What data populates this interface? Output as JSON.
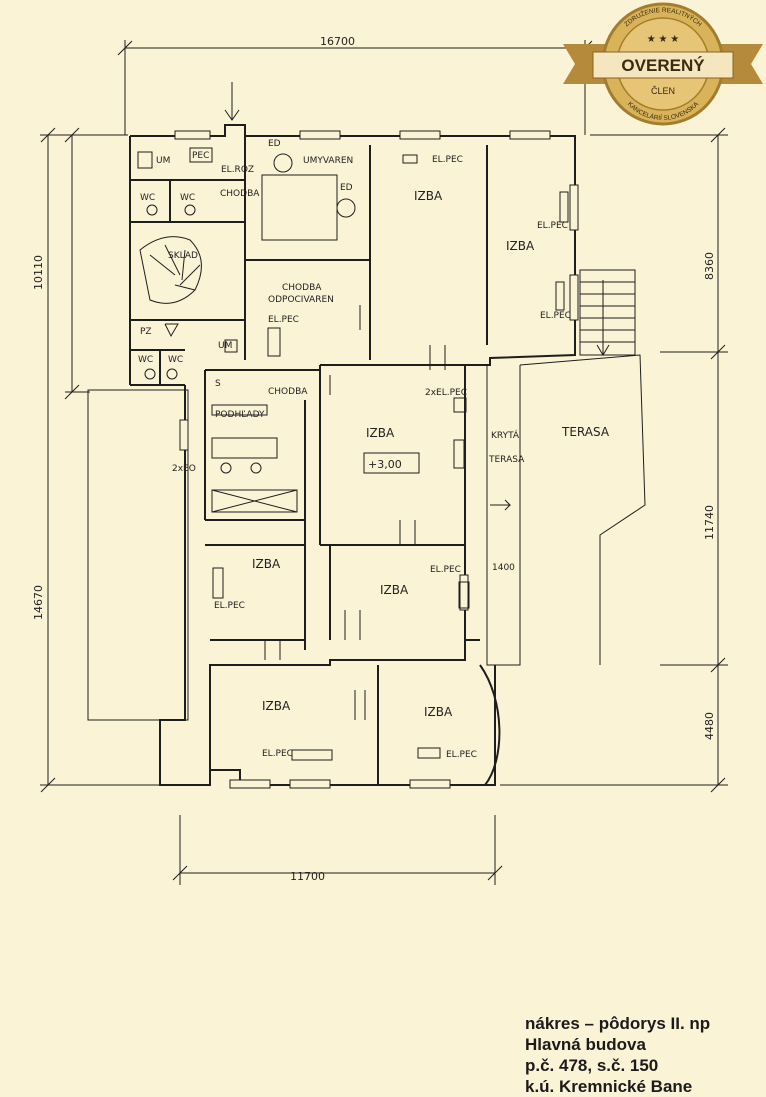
{
  "dimensions": {
    "top": "16700",
    "bottom": "11700",
    "left_upper": "10110",
    "left_full": "14670",
    "right_upper": "8360",
    "right_mid": "11740",
    "right_lower": "4480",
    "small": "1400"
  },
  "rooms": {
    "um_top": "UM",
    "pec_top": "PEC",
    "el_roz": "EL.ROZ",
    "wc1": "WC",
    "wc2": "WC",
    "chodba_top": "CHODBA",
    "sklad": "SKLAD",
    "ed1": "ED",
    "ed2": "ED",
    "umyvaren": "UMYVAREN",
    "izba1": "IZBA",
    "el_pec1": "EL.PEC",
    "izba2": "IZBA",
    "el_pec2": "EL.PEC",
    "el_pec3": "EL.PEC",
    "chodba_odp": "CHODBA",
    "odpocivarei": "ODPOCIVAREN",
    "el_pec4": "EL.PEC",
    "pz": "PZ",
    "um2": "UM",
    "wc3": "WC",
    "wc4": "WC",
    "chodba_mid": "CHODBA",
    "podhlady": "PODHĽADY",
    "izba3": "IZBA",
    "level": "+3,00",
    "el_pec5": "2xEL.PEC",
    "kryta": "KRYTÁ",
    "terasa_kryta": "TERASA",
    "terasa": "TERASA",
    "eo": "2xEO",
    "izba4": "IZBA",
    "el_pec6": "EL.PEC",
    "izba5": "IZBA",
    "el_pec7": "EL.PEC",
    "izba6": "IZBA",
    "el_pec8": "EL.PEC",
    "izba7": "IZBA",
    "el_pec9": "EL.PEC",
    "s_label": "S"
  },
  "badge": {
    "title": "OVERENÝ",
    "subtitle": "ČLEN",
    "ring_top": "ZDRUŽENIE REALITNÝCH",
    "ring_bottom": "KANCELÁRIÍ SLOVENSKA",
    "colors": {
      "gold": "#c9a24a",
      "ribbon": "#b58a3a",
      "text": "#3a2a10"
    }
  },
  "caption": {
    "line1": "nákres – pôdorys  II. np",
    "line2": "Hlavná budova",
    "line3": "p.č. 478, s.č. 150",
    "line4": "k.ú. Kremnické Bane"
  }
}
